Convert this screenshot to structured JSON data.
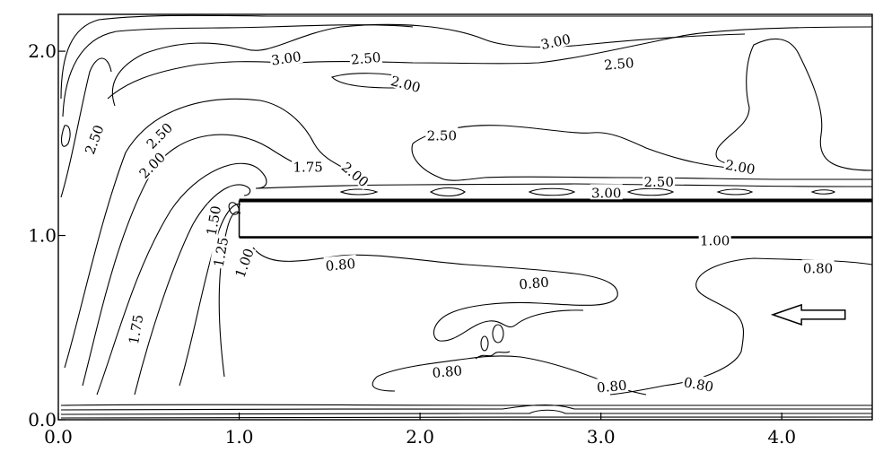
{
  "chart_data": {
    "type": "contour",
    "xlim": [
      0.0,
      4.5
    ],
    "ylim": [
      0.0,
      2.2
    ],
    "x_ticks": [
      "0.0",
      "1.0",
      "2.0",
      "3.0",
      "4.0"
    ],
    "y_ticks": [
      "0.0",
      "1.0",
      "2.0"
    ],
    "plate": {
      "x_start": 1.0,
      "x_end": 4.5,
      "y_lower": 0.99,
      "y_upper": 1.19
    },
    "flow_arrow": {
      "direction": "left",
      "tail": [
        4.35,
        0.57
      ],
      "head": [
        3.95,
        0.57
      ]
    },
    "contour_labels": [
      {
        "text": "3.00",
        "x": 1.26,
        "y": 1.96,
        "angle": -8
      },
      {
        "text": "3.00",
        "x": 2.75,
        "y": 2.05,
        "angle": -12
      },
      {
        "text": "2.50",
        "x": 1.7,
        "y": 1.96,
        "angle": -5
      },
      {
        "text": "2.50",
        "x": 3.1,
        "y": 1.93,
        "angle": -5
      },
      {
        "text": "2.00",
        "x": 1.92,
        "y": 1.82,
        "angle": 15
      },
      {
        "text": "2.50",
        "x": 0.2,
        "y": 1.52,
        "angle": -70
      },
      {
        "text": "2.50",
        "x": 0.56,
        "y": 1.54,
        "angle": -45
      },
      {
        "text": "2.00",
        "x": 0.52,
        "y": 1.38,
        "angle": -45
      },
      {
        "text": "1.75",
        "x": 1.38,
        "y": 1.37,
        "angle": 0
      },
      {
        "text": "2.00",
        "x": 1.64,
        "y": 1.33,
        "angle": 40
      },
      {
        "text": "2.50",
        "x": 2.12,
        "y": 1.54,
        "angle": 0
      },
      {
        "text": "2.50",
        "x": 3.32,
        "y": 1.29,
        "angle": 0
      },
      {
        "text": "2.00",
        "x": 3.77,
        "y": 1.37,
        "angle": 10
      },
      {
        "text": "3.00",
        "x": 3.03,
        "y": 1.23,
        "angle": 0
      },
      {
        "text": "1.50",
        "x": 0.86,
        "y": 1.08,
        "angle": -80
      },
      {
        "text": "1.25",
        "x": 0.9,
        "y": 0.91,
        "angle": -80
      },
      {
        "text": "1.00",
        "x": 1.03,
        "y": 0.85,
        "angle": -70
      },
      {
        "text": "1.00",
        "x": 3.63,
        "y": 0.97,
        "angle": 0
      },
      {
        "text": "1.75",
        "x": 0.43,
        "y": 0.49,
        "angle": -80
      },
      {
        "text": "0.80",
        "x": 1.56,
        "y": 0.84,
        "angle": -5
      },
      {
        "text": "0.80",
        "x": 2.63,
        "y": 0.74,
        "angle": -5
      },
      {
        "text": "0.80",
        "x": 4.2,
        "y": 0.82,
        "angle": 0
      },
      {
        "text": "0.80",
        "x": 2.15,
        "y": 0.26,
        "angle": -5
      },
      {
        "text": "0.80",
        "x": 3.06,
        "y": 0.18,
        "angle": -5
      },
      {
        "text": "0.80",
        "x": 3.54,
        "y": 0.19,
        "angle": 10
      }
    ]
  }
}
